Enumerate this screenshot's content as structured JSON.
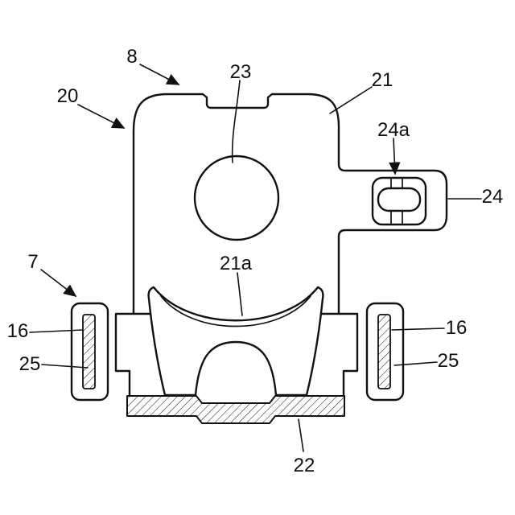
{
  "figure": {
    "kind": "patent-line-drawing",
    "background_color": "#ffffff",
    "line_color": "#111111",
    "labels": {
      "n8": "8",
      "n20": "20",
      "n23": "23",
      "n21": "21",
      "n24a": "24a",
      "n24": "24",
      "n7": "7",
      "n21a": "21a",
      "n16L": "16",
      "n25L": "25",
      "n16R": "16",
      "n25R": "25",
      "n22": "22"
    }
  }
}
